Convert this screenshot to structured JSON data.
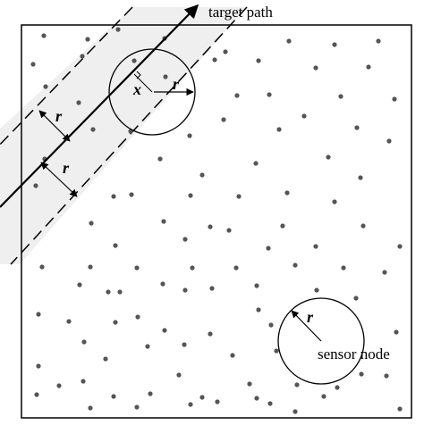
{
  "labels": {
    "target_path": "target path",
    "sensor_node": "sensor node",
    "radius_symbol": "r",
    "distance_symbol": "x"
  },
  "colors": {
    "band_fill": "#efefef",
    "node": "#555555",
    "stroke": "#000000"
  }
}
